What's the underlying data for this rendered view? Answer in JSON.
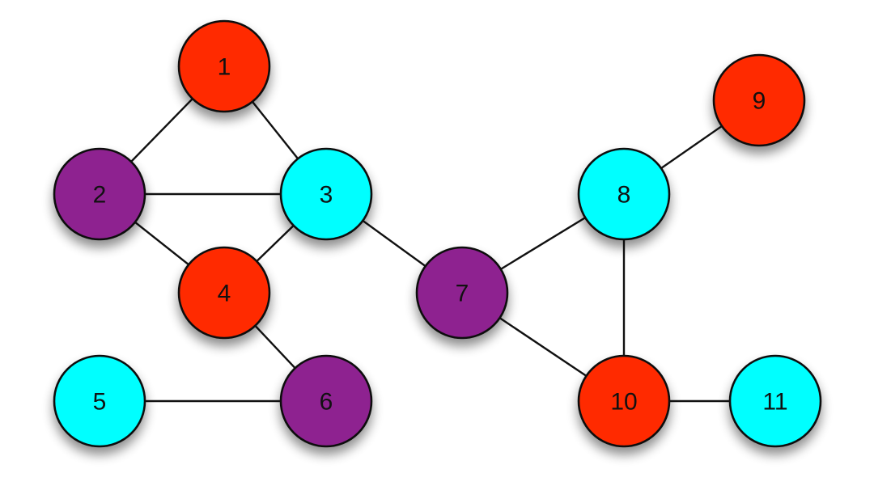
{
  "palette": {
    "red": "#ff2a00",
    "purple": "#8e2490",
    "cyan": "#00ffff",
    "outline": "#111111"
  },
  "graph": {
    "nodes": [
      {
        "id": "1",
        "label": "1",
        "color": "red"
      },
      {
        "id": "2",
        "label": "2",
        "color": "purple"
      },
      {
        "id": "3",
        "label": "3",
        "color": "cyan"
      },
      {
        "id": "4",
        "label": "4",
        "color": "red"
      },
      {
        "id": "5",
        "label": "5",
        "color": "cyan"
      },
      {
        "id": "6",
        "label": "6",
        "color": "purple"
      },
      {
        "id": "7",
        "label": "7",
        "color": "purple"
      },
      {
        "id": "8",
        "label": "8",
        "color": "cyan"
      },
      {
        "id": "9",
        "label": "9",
        "color": "red"
      },
      {
        "id": "10",
        "label": "10",
        "color": "red"
      },
      {
        "id": "11",
        "label": "11",
        "color": "cyan"
      }
    ],
    "edges": [
      {
        "from": "1",
        "to": "2"
      },
      {
        "from": "1",
        "to": "3"
      },
      {
        "from": "2",
        "to": "3"
      },
      {
        "from": "2",
        "to": "4"
      },
      {
        "from": "3",
        "to": "4"
      },
      {
        "from": "3",
        "to": "7"
      },
      {
        "from": "4",
        "to": "6"
      },
      {
        "from": "5",
        "to": "6"
      },
      {
        "from": "7",
        "to": "8"
      },
      {
        "from": "7",
        "to": "10"
      },
      {
        "from": "8",
        "to": "9"
      },
      {
        "from": "8",
        "to": "10"
      },
      {
        "from": "10",
        "to": "11"
      }
    ]
  }
}
